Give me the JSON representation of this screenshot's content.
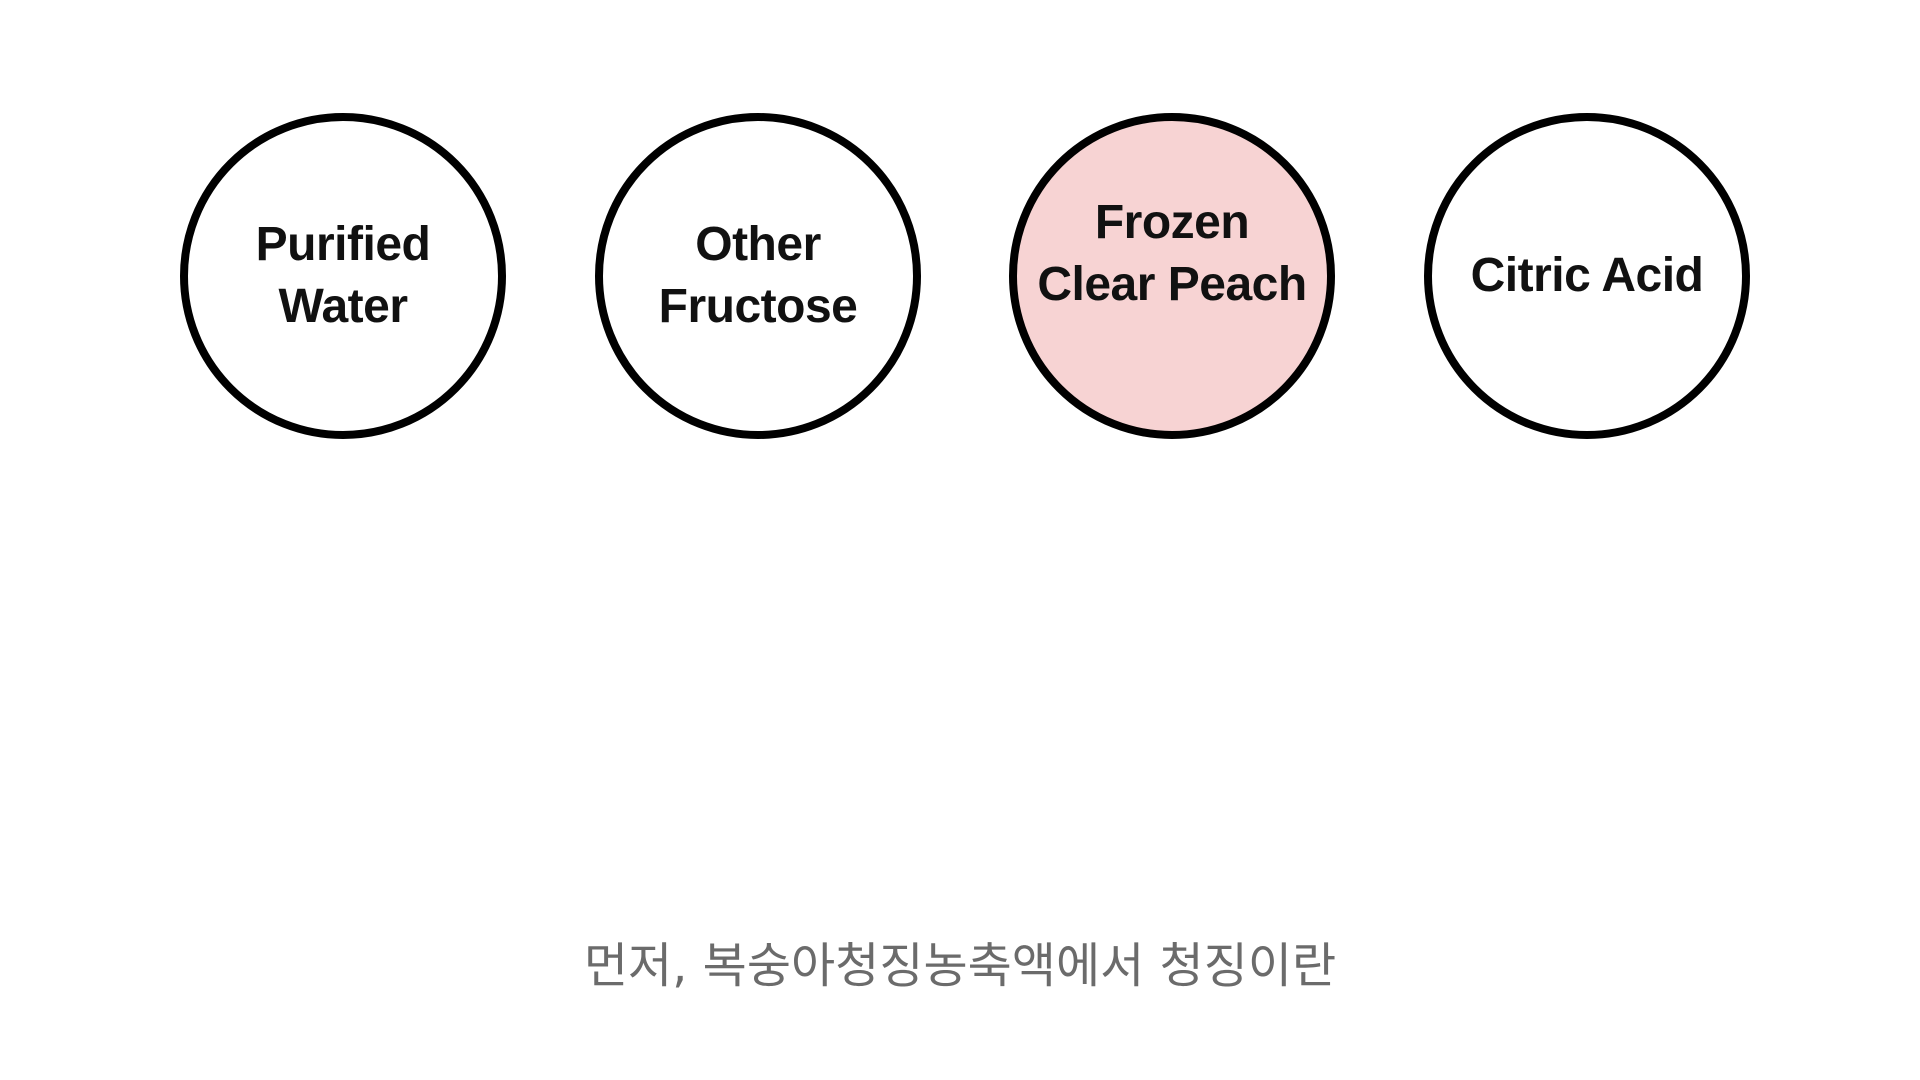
{
  "ingredients": [
    {
      "label": "Purified\nWater",
      "fill": "#ffffff",
      "highlighted": false
    },
    {
      "label": "Other\nFructose",
      "fill": "#ffffff",
      "highlighted": false
    },
    {
      "label": "Frozen\nClear Peach",
      "fill": "#f7d3d3",
      "highlighted": true
    },
    {
      "label": "Citric Acid",
      "fill": "#ffffff",
      "highlighted": false
    }
  ],
  "subtitle": "먼저, 복숭아청징농축액에서 청징이란",
  "colors": {
    "outline": "#000000",
    "highlight_fill": "#f7d3d3",
    "subtitle_text": "#6b6b6b"
  }
}
